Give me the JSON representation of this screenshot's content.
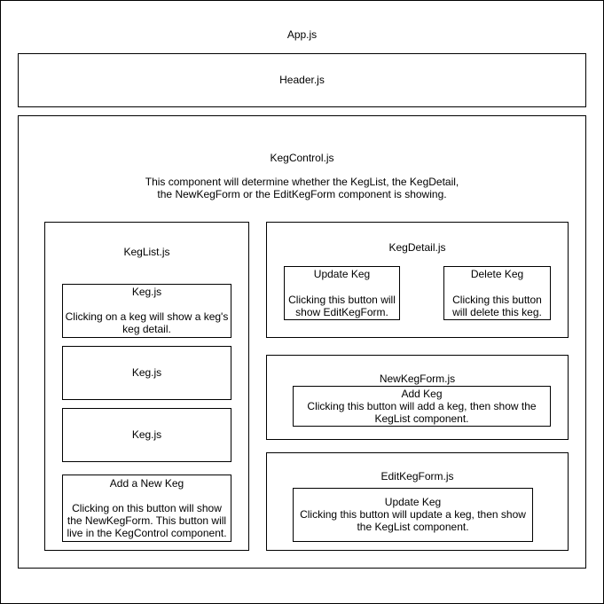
{
  "app": {
    "title": "App.js"
  },
  "header": {
    "title": "Header.js"
  },
  "keg_control": {
    "title": "KegControl.js",
    "description": "This component will determine whether the KegList, the KegDetail,\nthe NewKegForm or the EditKegForm component is showing."
  },
  "keg_list": {
    "title": "KegList.js",
    "kegs": [
      {
        "title": "Keg.js",
        "description": "Clicking on a keg will show a keg's\nkeg detail."
      },
      {
        "title": "Keg.js"
      },
      {
        "title": "Keg.js"
      }
    ],
    "add_new_keg": {
      "title": "Add a New Keg",
      "description": "Clicking on this button will show\nthe NewKegForm. This button will\nlive in the KegControl component."
    }
  },
  "keg_detail": {
    "title": "KegDetail.js",
    "update_keg": {
      "title": "Update Keg",
      "description": "Clicking this button will\nshow EditKegForm."
    },
    "delete_keg": {
      "title": "Delete Keg",
      "description": "Clicking this button\nwill delete this keg."
    }
  },
  "new_keg_form": {
    "title": "NewKegForm.js",
    "add_keg": {
      "title": "Add Keg",
      "description": "Clicking this button will add a keg, then show the\nKegList component."
    }
  },
  "edit_keg_form": {
    "title": "EditKegForm.js",
    "update_keg": {
      "title": "Update Keg",
      "description": "Clicking this button will update a keg, then show\nthe KegList component."
    }
  }
}
